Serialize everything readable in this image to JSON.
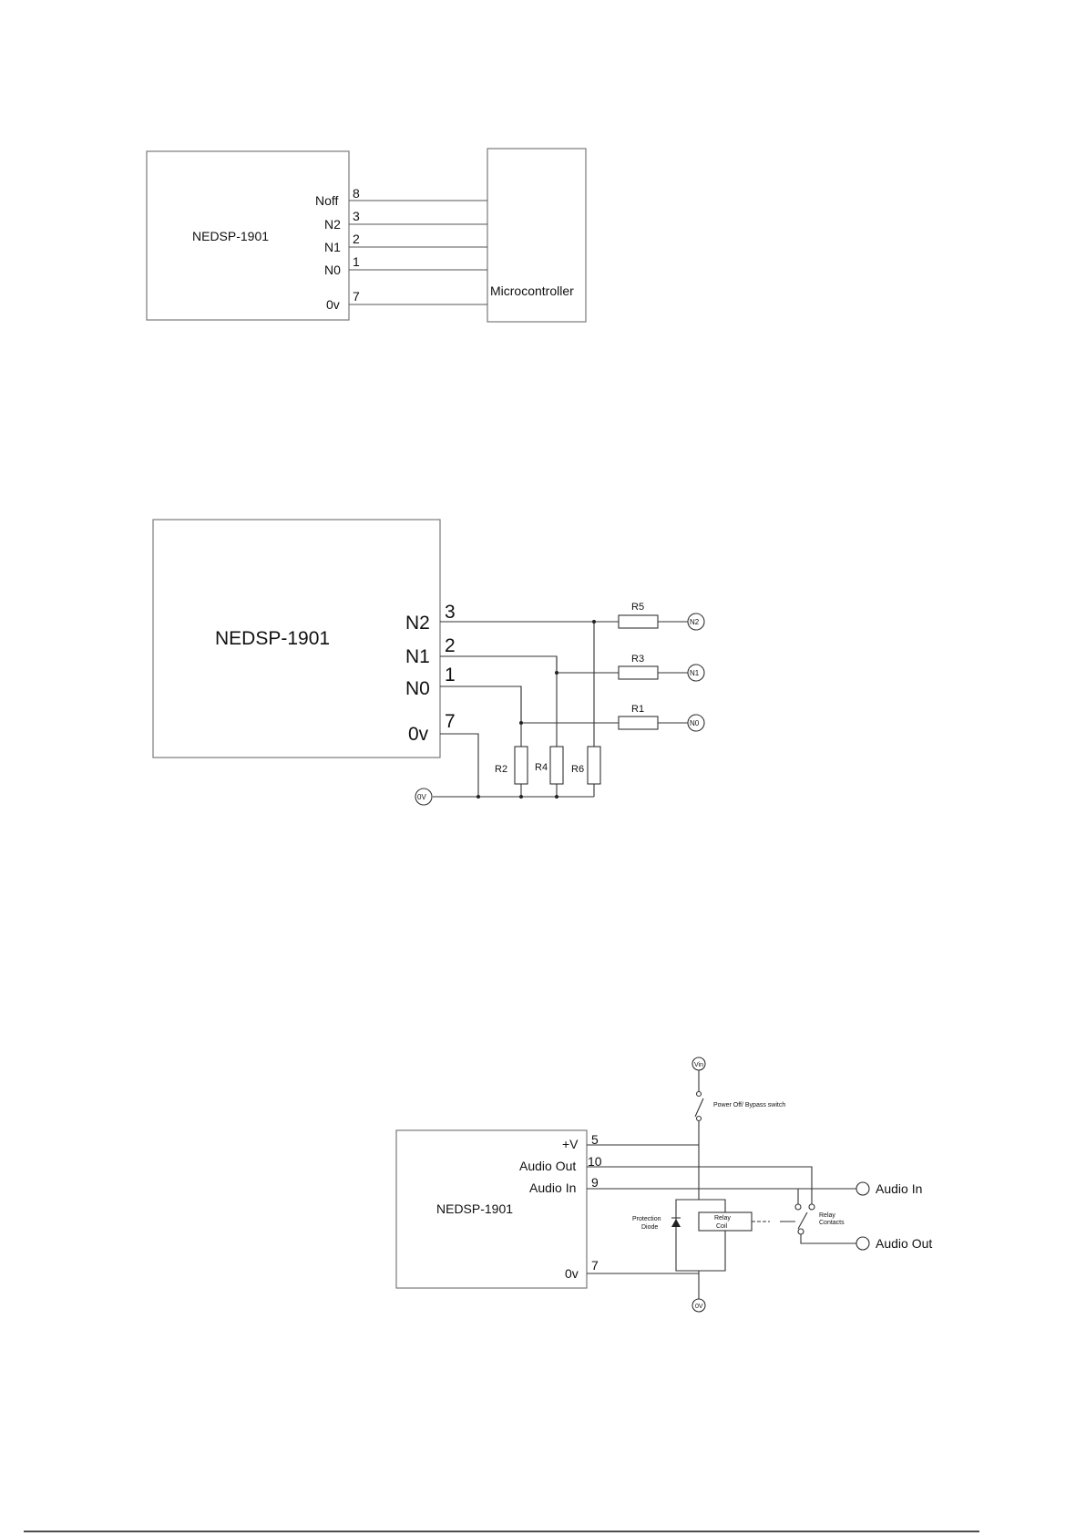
{
  "diagram1": {
    "module": "NEDSP-1901",
    "controller": "Microcontroller",
    "pins": [
      {
        "label": "Noff",
        "num": "8"
      },
      {
        "label": "N2",
        "num": "3"
      },
      {
        "label": "N1",
        "num": "2"
      },
      {
        "label": "N0",
        "num": "1"
      },
      {
        "label": "0v",
        "num": "7"
      }
    ]
  },
  "diagram2": {
    "module": "NEDSP-1901",
    "pins": [
      {
        "label": "N2",
        "num": "3"
      },
      {
        "label": "N1",
        "num": "2"
      },
      {
        "label": "N0",
        "num": "1"
      },
      {
        "label": "0v",
        "num": "7"
      }
    ],
    "resistors_series": [
      "R5",
      "R3",
      "R1"
    ],
    "resistors_ground": [
      "R2",
      "R4",
      "R6"
    ],
    "terminals": [
      "N2",
      "N1",
      "N0"
    ],
    "ground": "0V"
  },
  "diagram3": {
    "module": "NEDSP-1901",
    "pins": [
      {
        "label": "+V",
        "num": "5"
      },
      {
        "label": "Audio Out",
        "num": "10"
      },
      {
        "label": "Audio In",
        "num": "9"
      },
      {
        "label": "0v",
        "num": "7"
      }
    ],
    "vin": "Vin",
    "switch_label": "Power Off/ Bypass switch",
    "diode_label_1": "Protection",
    "diode_label_2": "Diode",
    "relay_coil_1": "Relay",
    "relay_coil_2": "Coil",
    "relay_contacts_1": "Relay",
    "relay_contacts_2": "Contacts",
    "audio_in": "Audio In",
    "audio_out": "Audio Out",
    "ground": "0V"
  }
}
